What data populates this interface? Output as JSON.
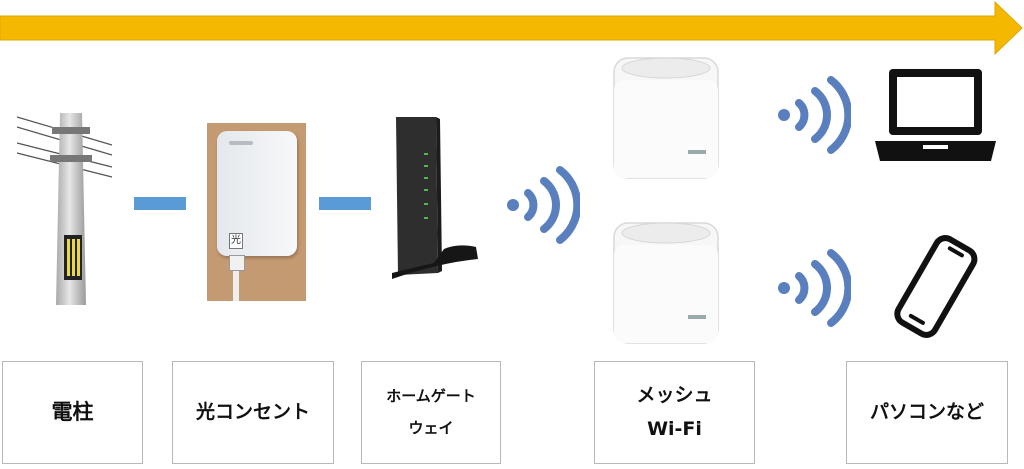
{
  "steps": [
    {
      "id": "pole",
      "label_lines": [
        "電柱"
      ]
    },
    {
      "id": "outlet",
      "label_lines": [
        "光コンセント"
      ]
    },
    {
      "id": "gateway",
      "label_lines": [
        "ホームゲート",
        "ウェイ"
      ]
    },
    {
      "id": "mesh",
      "label_lines": [
        "メッシュ",
        "Wi-Fi"
      ]
    },
    {
      "id": "pc",
      "label_lines": [
        "パソコンなど"
      ]
    }
  ],
  "outlet_plate_text": "光",
  "colors": {
    "arrow": "#f5b800",
    "link": "#5b9bd5",
    "wifi": "#5a7fbf",
    "box_border": "#b8b8b8",
    "outlet_bg": "#c49a72"
  },
  "icons": [
    "utility-pole-icon",
    "optical-outlet-icon",
    "home-gateway-icon",
    "mesh-router-icon",
    "wifi-signal-icon",
    "laptop-icon",
    "smartphone-icon"
  ]
}
